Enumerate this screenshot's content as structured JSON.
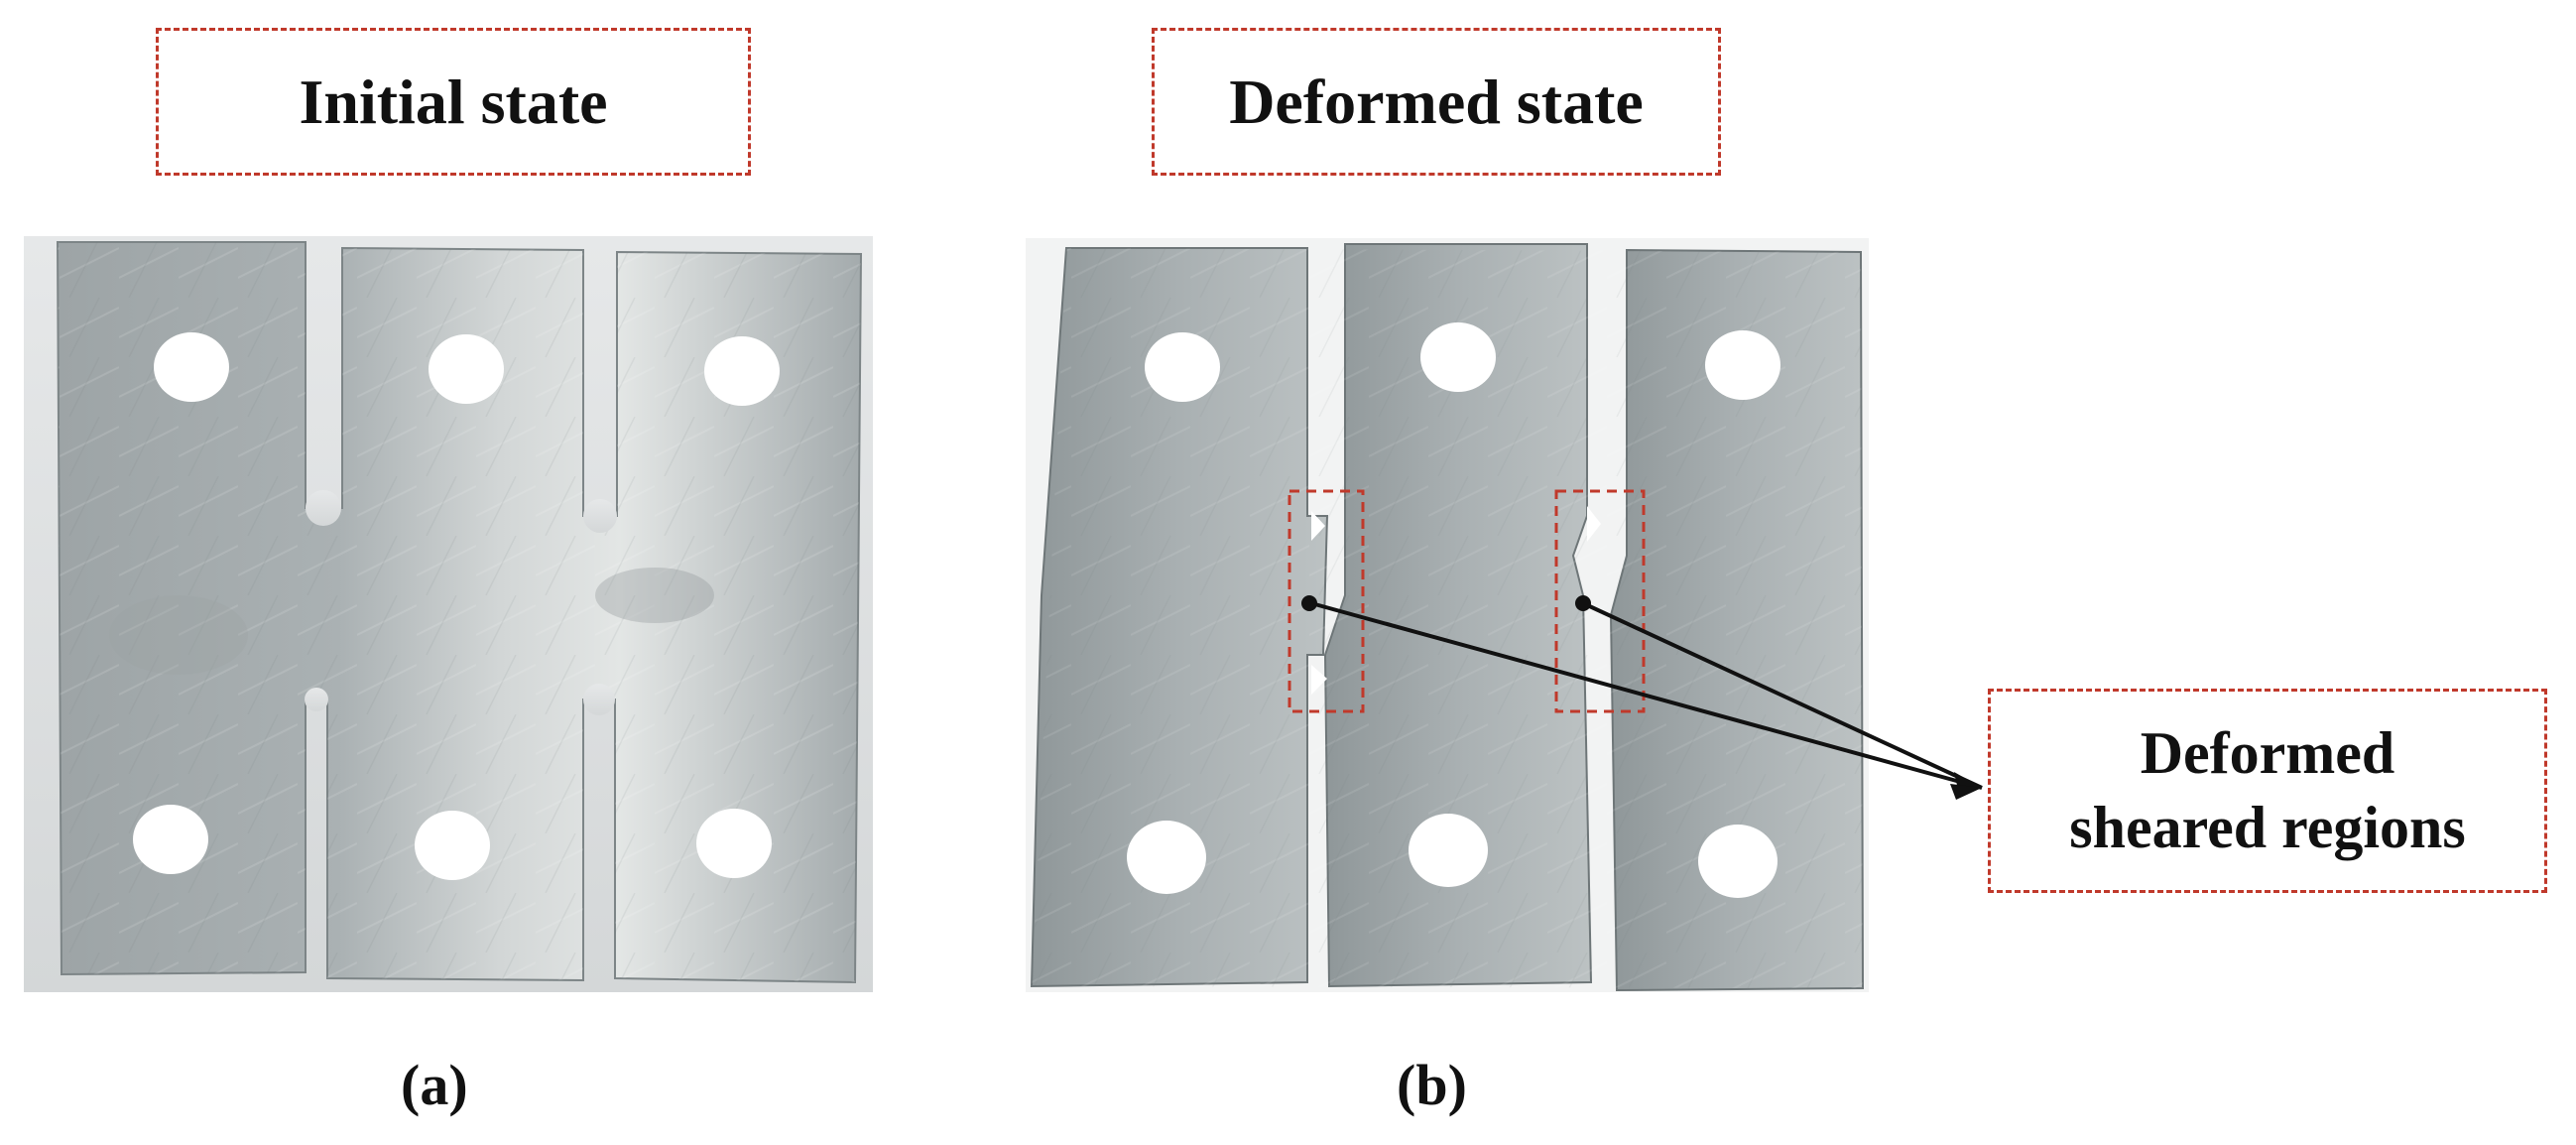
{
  "panel_a": {
    "title": "Initial state",
    "caption": "(a)"
  },
  "panel_b": {
    "title": "Deformed state",
    "caption": "(b)",
    "callout": {
      "line1": "Deformed",
      "line2": "sheared regions"
    }
  },
  "colors": {
    "dashed_border": "#c0392b",
    "arrow": "#111111",
    "metal_light": "#c4c8c9",
    "metal_mid": "#a7aeb0",
    "metal_dark": "#8c9496"
  }
}
